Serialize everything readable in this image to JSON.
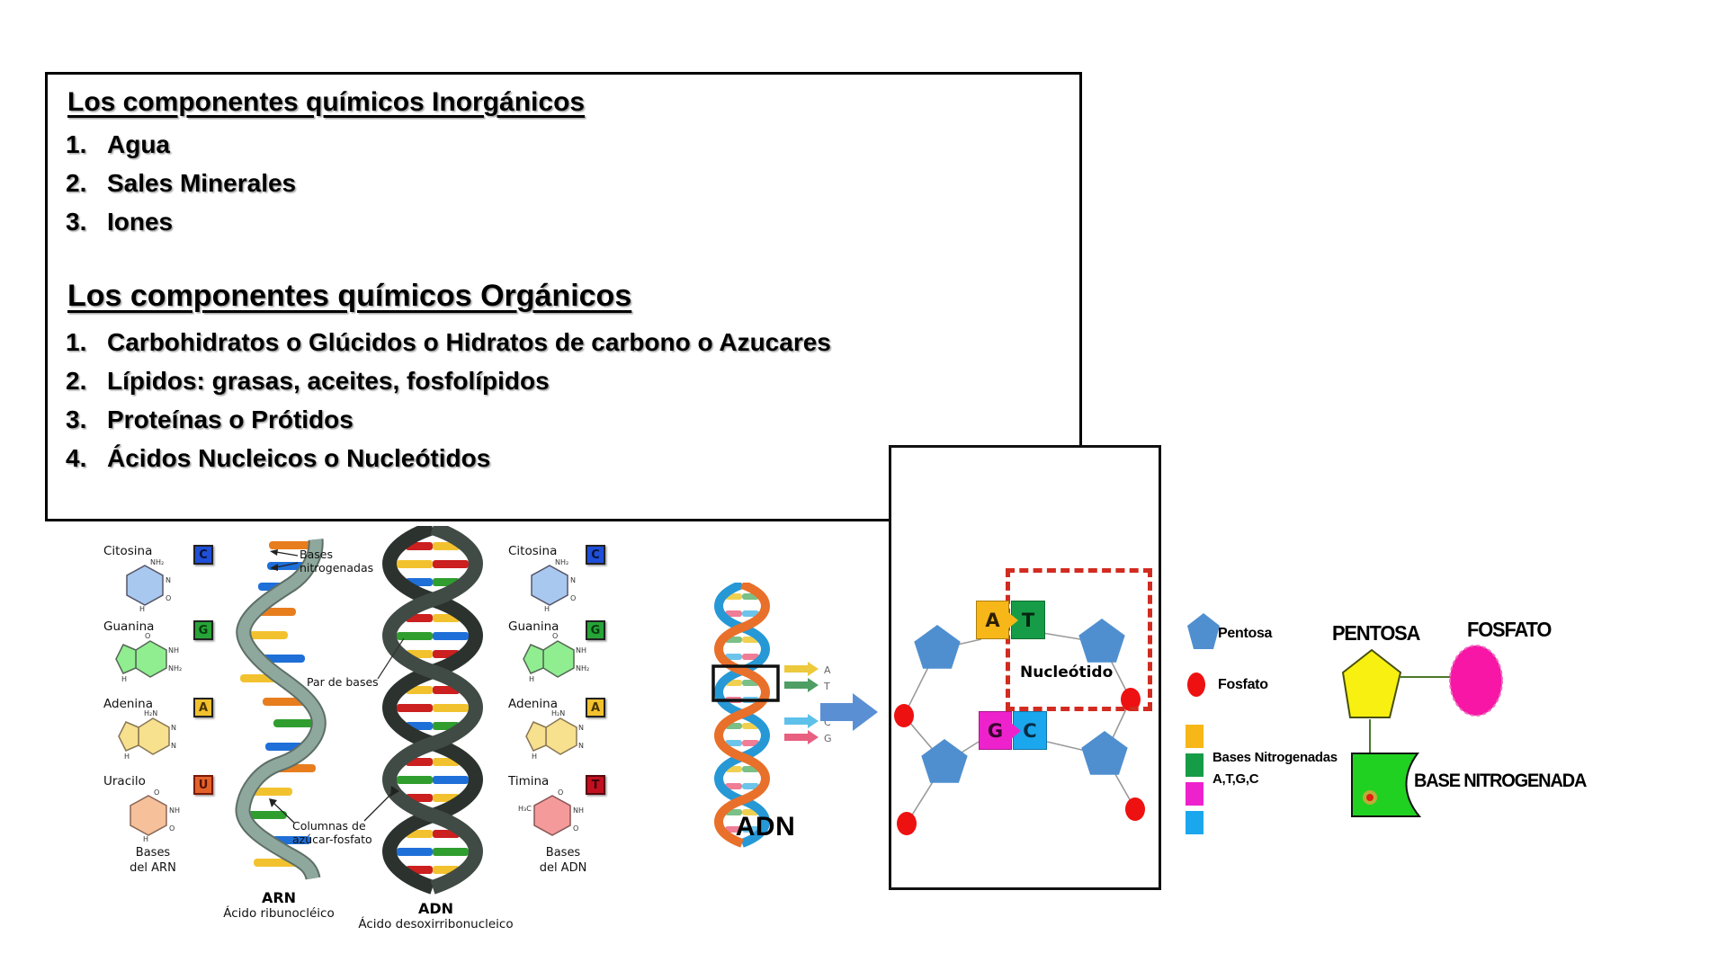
{
  "panel": {
    "inorganic": {
      "title": "Los componentes químicos Inorgánicos",
      "items": [
        {
          "num": "1.",
          "text": "Agua"
        },
        {
          "num": "2.",
          "text": "Sales Minerales"
        },
        {
          "num": "3.",
          "text": "Iones"
        }
      ]
    },
    "organic": {
      "title": "Los componentes químicos Orgánicos",
      "items": [
        {
          "num": "1.",
          "text": "Carbohidratos o Glúcidos o Hidratos de carbono o Azucares"
        },
        {
          "num": "2.",
          "text": "Lípidos: grasas, aceites, fosfolípidos"
        },
        {
          "num": "3.",
          "text": "Proteínas o Prótidos"
        },
        {
          "num": "4.",
          "text": "Ácidos Nucleicos o Nucleótidos"
        }
      ]
    }
  },
  "helix_figure": {
    "arn_column": {
      "bases": [
        {
          "name": "Citosina",
          "letter": "C",
          "atoms": [
            "NH₂",
            "N",
            "O",
            "H"
          ]
        },
        {
          "name": "Guanina",
          "letter": "G",
          "atoms": [
            "O",
            "NH",
            "NH₂",
            "H"
          ]
        },
        {
          "name": "Adenina",
          "letter": "A",
          "atoms": [
            "H₂N",
            "N",
            "N",
            "H"
          ]
        },
        {
          "name": "Uracilo",
          "letter": "U",
          "atoms": [
            "O",
            "NH",
            "O",
            "H"
          ]
        }
      ],
      "caption": "Bases\ndel ARN"
    },
    "adn_column": {
      "bases": [
        {
          "name": "Citosina",
          "letter": "C",
          "atoms": [
            "NH₂",
            "N",
            "O",
            "H"
          ]
        },
        {
          "name": "Guanina",
          "letter": "G",
          "atoms": [
            "O",
            "NH",
            "NH₂",
            "H"
          ]
        },
        {
          "name": "Adenina",
          "letter": "A",
          "atoms": [
            "H₂N",
            "N",
            "N",
            "H"
          ]
        },
        {
          "name": "Timina",
          "letter": "T",
          "atoms": [
            "O",
            "NH",
            "O",
            "H₃C"
          ]
        }
      ],
      "caption": "Bases\ndel ADN"
    },
    "annotations": {
      "bases_nitrogenadas": "Bases\nnitrogenadas",
      "par_de_bases": "Par de bases",
      "columnas": "Columnas de\nazúcar-fosfato"
    },
    "arn": {
      "title": "ARN",
      "subtitle": "Ácido ribunocléico"
    },
    "adn": {
      "title": "ADN",
      "subtitle": "Ácido desoxirribonucleico"
    }
  },
  "mini_adn": {
    "label": "ADN",
    "legend": [
      {
        "letter": "A"
      },
      {
        "letter": "T"
      },
      {
        "letter": "C"
      },
      {
        "letter": "G"
      }
    ]
  },
  "nucleotide": {
    "label": "Nucleótido",
    "pair_top": {
      "left": "A",
      "right": "T"
    },
    "pair_bottom": {
      "left": "G",
      "right": "C"
    },
    "legend": {
      "pentosa": "Pentosa",
      "fosfato": "Fosfato",
      "bases_title": "Bases Nitrogenadas",
      "bases_sub": "A,T,G,C"
    }
  },
  "schematic": {
    "pentosa": "PENTOSA",
    "fosfato": "FOSFATO",
    "base": "BASE NITROGENADA"
  },
  "colors": {
    "arn_ribbon": "#8fa89e",
    "adn_ribbon": "#39423e",
    "peg_orange": "#e87d1e",
    "peg_blue": "#1f6fd8",
    "peg_yellow": "#f2c22e",
    "peg_green": "#2f9e2f",
    "peg_red": "#cc1f1f",
    "mini_helix_orange": "#e8702a",
    "mini_helix_blue": "#2698d6",
    "flow_arrow_blue": "#5b8fd4",
    "pentosa_blue": "#4f8fd0",
    "fosfato_red": "#ee1111",
    "base_a_yellow": "#f7b718",
    "base_t_green": "#169c47",
    "base_g_magenta": "#ee22cc",
    "base_c_blue": "#1ba7ee",
    "nucleotido_dash_red": "#d22b20",
    "schematic_pentosa_yellow": "#f8f011",
    "schematic_fosfato_pink": "#f716a5",
    "schematic_base_green": "#21d121"
  }
}
